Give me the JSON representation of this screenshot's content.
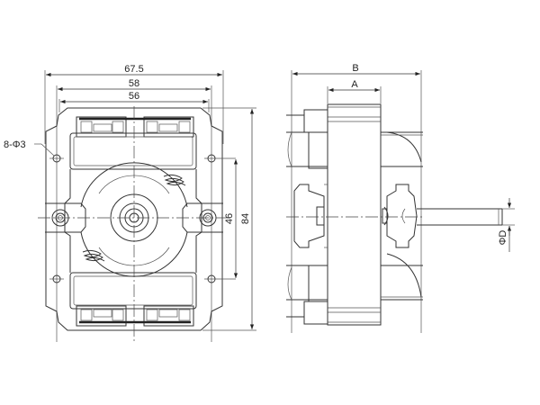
{
  "drawing": {
    "front_view": {
      "dimensions": {
        "overall_width": "67.5",
        "mid_width": "58",
        "inner_width": "56",
        "hole_callout": "8-Φ3",
        "hole_spacing_vertical": "46",
        "overall_height": "84"
      }
    },
    "side_view": {
      "dimensions": {
        "overall_depth": "B",
        "stack_width": "A",
        "shaft_diameter": "ΦD"
      }
    }
  }
}
